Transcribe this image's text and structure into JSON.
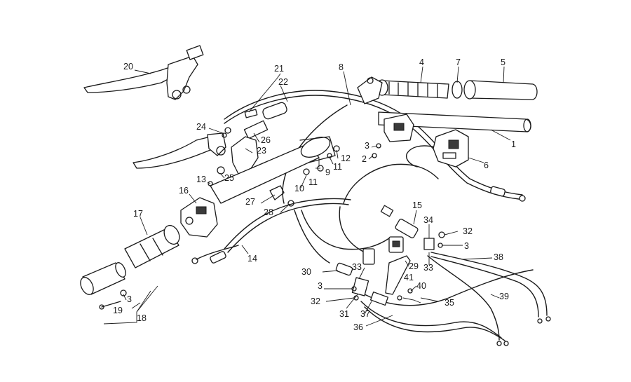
{
  "diagram": {
    "callouts": [
      {
        "id": "c1",
        "text": "1"
      },
      {
        "id": "c2",
        "text": "2"
      },
      {
        "id": "c3a",
        "text": "3"
      },
      {
        "id": "c3b",
        "text": "3"
      },
      {
        "id": "c3c",
        "text": "3"
      },
      {
        "id": "c3d",
        "text": "3"
      },
      {
        "id": "c4",
        "text": "4"
      },
      {
        "id": "c5",
        "text": "5"
      },
      {
        "id": "c6",
        "text": "6"
      },
      {
        "id": "c7",
        "text": "7"
      },
      {
        "id": "c8",
        "text": "8"
      },
      {
        "id": "c9",
        "text": "9"
      },
      {
        "id": "c10",
        "text": "10"
      },
      {
        "id": "c11a",
        "text": "11"
      },
      {
        "id": "c11b",
        "text": "11"
      },
      {
        "id": "c12",
        "text": "12"
      },
      {
        "id": "c13",
        "text": "13"
      },
      {
        "id": "c14",
        "text": "14"
      },
      {
        "id": "c15",
        "text": "15"
      },
      {
        "id": "c16",
        "text": "16"
      },
      {
        "id": "c17",
        "text": "17"
      },
      {
        "id": "c18",
        "text": "18"
      },
      {
        "id": "c19",
        "text": "19"
      },
      {
        "id": "c20",
        "text": "20"
      },
      {
        "id": "c21",
        "text": "21"
      },
      {
        "id": "c22",
        "text": "22"
      },
      {
        "id": "c23",
        "text": "23"
      },
      {
        "id": "c24",
        "text": "24"
      },
      {
        "id": "c25",
        "text": "25"
      },
      {
        "id": "c26",
        "text": "26"
      },
      {
        "id": "c27",
        "text": "27"
      },
      {
        "id": "c28",
        "text": "28"
      },
      {
        "id": "c29",
        "text": "29"
      },
      {
        "id": "c30",
        "text": "30"
      },
      {
        "id": "c31",
        "text": "31"
      },
      {
        "id": "c32a",
        "text": "32"
      },
      {
        "id": "c32b",
        "text": "32"
      },
      {
        "id": "c33a",
        "text": "33"
      },
      {
        "id": "c33b",
        "text": "33"
      },
      {
        "id": "c34",
        "text": "34"
      },
      {
        "id": "c35",
        "text": "35"
      },
      {
        "id": "c36",
        "text": "36"
      },
      {
        "id": "c37",
        "text": "37"
      },
      {
        "id": "c38",
        "text": "38"
      },
      {
        "id": "c39",
        "text": "39"
      },
      {
        "id": "c40",
        "text": "40"
      },
      {
        "id": "c41",
        "text": "41"
      }
    ]
  }
}
